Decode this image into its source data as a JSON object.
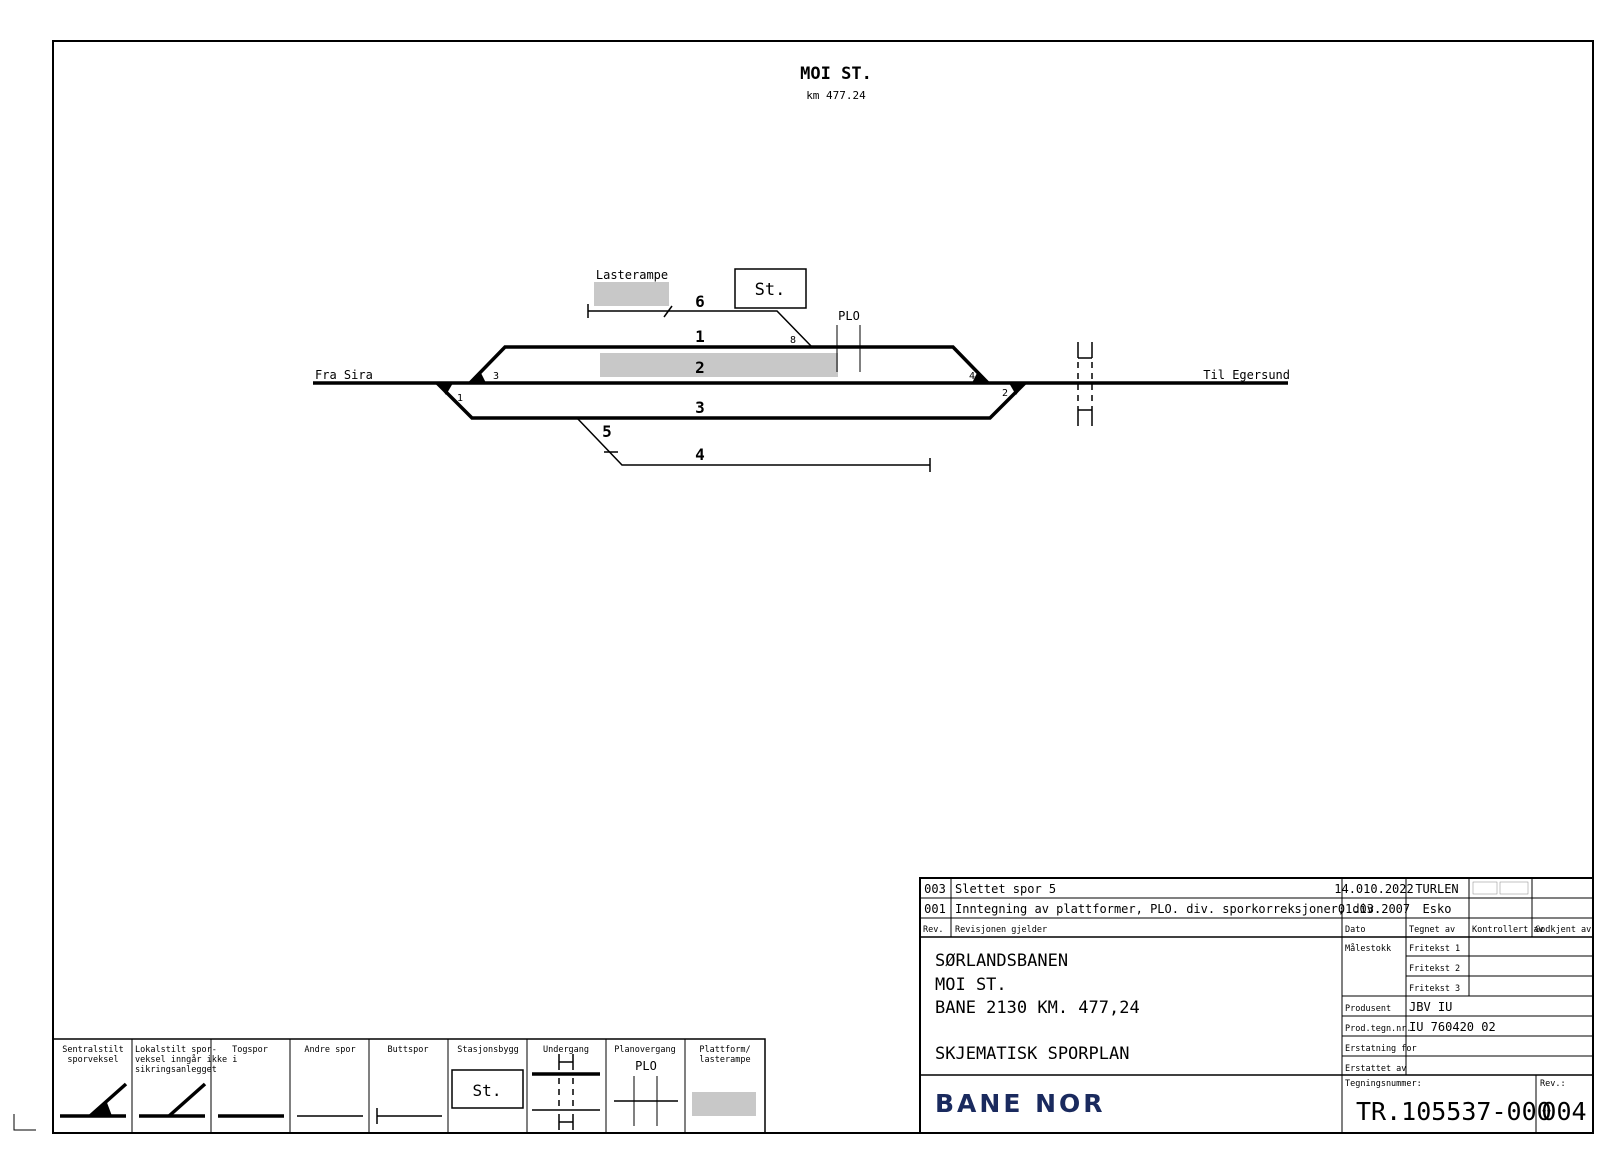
{
  "title": {
    "station": "MOI ST.",
    "km": "km 477.24"
  },
  "diagram": {
    "left_direction": "Fra Sira",
    "right_direction": "Til Egersund",
    "platform_label": "Lasterampe",
    "station_building": "St.",
    "level_crossing": "PLO",
    "tracks": [
      "1",
      "2",
      "3",
      "4",
      "5",
      "6"
    ],
    "switches": [
      "1",
      "2",
      "3",
      "4",
      "8"
    ]
  },
  "legend": [
    {
      "label": "Sentralstilt sporveksel"
    },
    {
      "label": "Lokalstilt sporveksel inngår ikke i sikringsanlegget"
    },
    {
      "label": "Togspor"
    },
    {
      "label": "Andre spor"
    },
    {
      "label": "Buttspor"
    },
    {
      "label": "Stasjonsbygg",
      "symbol": "St."
    },
    {
      "label": "Undergang"
    },
    {
      "label": "Planovergang",
      "symbol": "PLO"
    },
    {
      "label": "Plattform/ lasterampe"
    }
  ],
  "revisions": [
    {
      "rev": "003",
      "desc": "Slettet spor 5",
      "date": "14.010.2022",
      "drawn": "TURLEN"
    },
    {
      "rev": "001",
      "desc": "Inntegning av plattformer, PLO. div. sporkorreksjoner, div.",
      "date": "01.03.2007",
      "drawn": "Esko"
    }
  ],
  "rev_header": {
    "rev": "Rev.",
    "desc": "Revisjonen gjelder",
    "date": "Dato",
    "drawn": "Tegnet av",
    "checked": "Kontrollert av",
    "approved": "Godkjent av"
  },
  "titleblock": {
    "line1": "SØRLANDSBANEN",
    "line2": "MOI ST.",
    "line3": "BANE 2130 KM. 477,24",
    "line4": "SKJEMATISK SPORPLAN",
    "logo": "BANE NOR",
    "scale_label": "Målestokk",
    "free1": "Fritekst 1",
    "free2": "Fritekst 2",
    "free3": "Fritekst 3",
    "producer_label": "Produsent",
    "producer": "JBV IU",
    "prodno_label": "Prod.tegn.nr.",
    "prodno": "IU 760420 02",
    "replaces_label": "Erstatning for",
    "replaced_label": "Erstattet av",
    "drawing_no_label": "Tegningsnummer:",
    "drawing_no": "TR.105537-000",
    "rev_label": "Rev.:",
    "rev": "004"
  },
  "colors": {
    "platform": "#c8c8c8",
    "line": "#000000"
  }
}
